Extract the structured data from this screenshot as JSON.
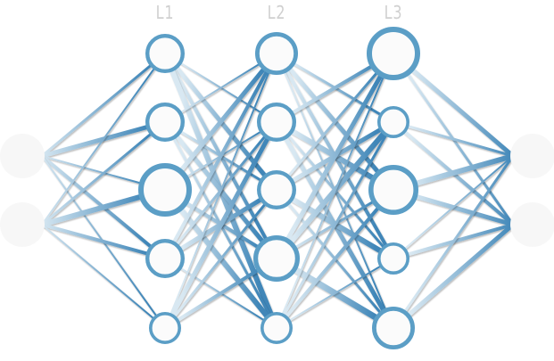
{
  "layers": [
    {
      "label": "",
      "sizes": [
        25,
        25
      ],
      "faded": true
    },
    {
      "label": "L1",
      "sizes": [
        22,
        22,
        30,
        22,
        18
      ],
      "faded": false
    },
    {
      "label": "L2",
      "sizes": [
        24,
        22,
        22,
        26,
        18
      ],
      "faded": false
    },
    {
      "label": "L3",
      "sizes": [
        30,
        18,
        28,
        18,
        24
      ],
      "faded": false
    },
    {
      "label": "",
      "sizes": [
        25,
        25
      ],
      "faded": true
    }
  ],
  "weights": [
    [
      [
        3,
        5,
        2,
        4,
        2
      ],
      [
        2,
        3,
        6,
        4,
        2
      ]
    ],
    [
      [
        3,
        2,
        5,
        4,
        6
      ],
      [
        2,
        4,
        3,
        5,
        3
      ],
      [
        5,
        2,
        3,
        4,
        6
      ],
      [
        4,
        3,
        5,
        3,
        2
      ],
      [
        2,
        5,
        3,
        4,
        2
      ]
    ],
    [
      [
        7,
        3,
        5,
        4,
        2
      ],
      [
        4,
        2,
        6,
        3,
        5
      ],
      [
        3,
        5,
        2,
        6,
        3
      ],
      [
        5,
        6,
        3,
        4,
        7
      ],
      [
        2,
        3,
        4,
        2,
        3
      ]
    ],
    [
      [
        5,
        3
      ],
      [
        3,
        4
      ],
      [
        6,
        5
      ],
      [
        2,
        4
      ],
      [
        3,
        5
      ]
    ]
  ],
  "colors": {
    "node_stroke": "#5b9ec6",
    "node_fill": "#fbfbfb",
    "edge_dark": "#3f86b8",
    "edge_light": "#d8e8f2",
    "label": "#d0d0d0"
  }
}
